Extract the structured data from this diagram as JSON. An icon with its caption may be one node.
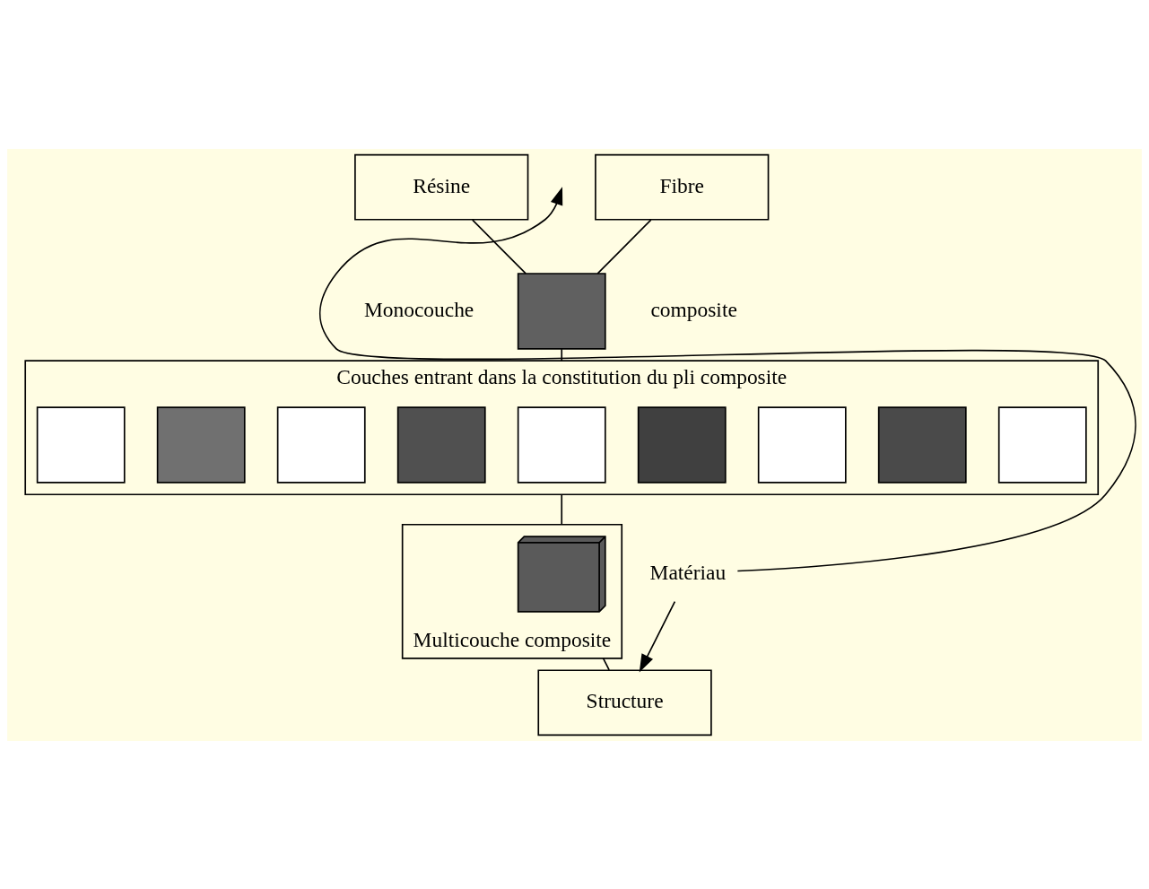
{
  "diagram": {
    "nodes": [
      {
        "text": [
          "Résine"
        ]
      },
      {
        "text": [
          "Fibre"
        ]
      },
      {
        "text": [],
        "shape": "box",
        "beside": [
          "Monocouche",
          "composite"
        ]
      },
      {
        "text": [
          "Couches entrant dans la constitution du pli composite"
        ]
      },
      {
        "text": [],
        "shape": "box",
        "in": 3
      },
      {
        "text": [],
        "shape": "box",
        "in": 3
      },
      {
        "text": [],
        "shape": "box",
        "in": 3
      },
      {
        "text": [],
        "shape": "box",
        "in": 3
      },
      {
        "text": [],
        "shape": "box",
        "in": 3
      },
      {
        "text": [],
        "shape": "box",
        "in": 3
      },
      {
        "text": [],
        "shape": "box",
        "in": 3
      },
      {
        "text": [],
        "shape": "box",
        "in": 3
      },
      {
        "text": [],
        "shape": "box",
        "in": 3
      },
      {
        "text": [
          "Multicouche composite"
        ]
      },
      {
        "text": [],
        "shape": "picture",
        "in": 13
      },
      {
        "text": [
          "Structure"
        ]
      },
      {
        "text": [
          "Matériau"
        ]
      }
    ],
    "edges": [
      {
        "from": 0,
        "to": 2,
        "arrow": "none"
      },
      {
        "from": 1,
        "to": 2,
        "arrow": "none"
      },
      {
        "from": 2,
        "to": 3,
        "arrow": "none"
      },
      {
        "from": 3,
        "to": 13,
        "arrow": "none"
      },
      {
        "from": 13,
        "to": 15,
        "arrow": "none"
      },
      {
        "from": 16,
        "to": null,
        "arrow": "to"
      },
      {
        "from": 16,
        "to": 15,
        "arrow": "to"
      }
    ]
  }
}
